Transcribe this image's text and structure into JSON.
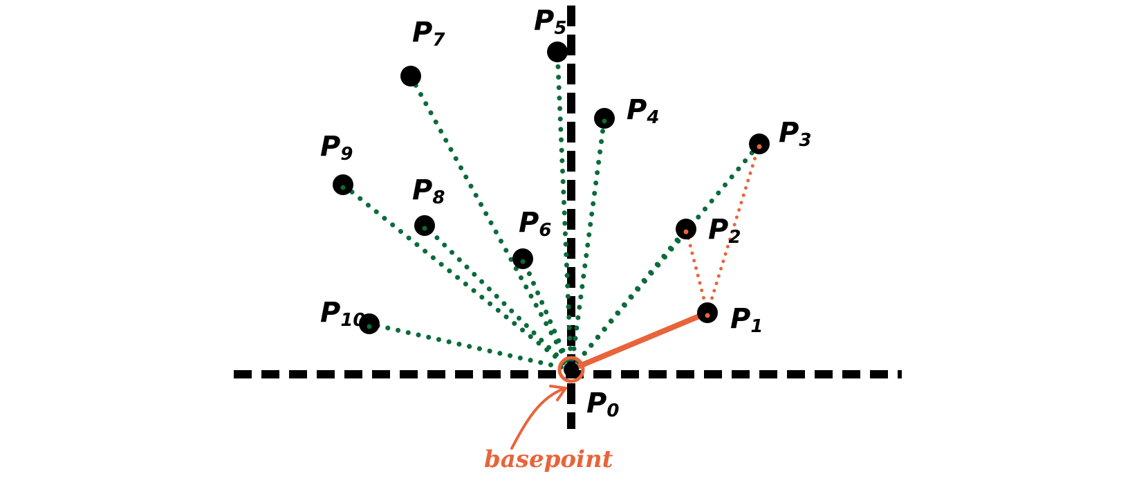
{
  "colors": {
    "background": "#ffffff",
    "axis": "#000000",
    "point": "#000000",
    "scan_line": "#0b6b3a",
    "hull_line": "#e8643a",
    "highlight": "#e8643a"
  },
  "points": [
    {
      "id": "p0",
      "label": "P",
      "sub": "0"
    },
    {
      "id": "p1",
      "label": "P",
      "sub": "1"
    },
    {
      "id": "p2",
      "label": "P",
      "sub": "2"
    },
    {
      "id": "p3",
      "label": "P",
      "sub": "3"
    },
    {
      "id": "p4",
      "label": "P",
      "sub": "4"
    },
    {
      "id": "p5",
      "label": "P",
      "sub": "5"
    },
    {
      "id": "p6",
      "label": "P",
      "sub": "6"
    },
    {
      "id": "p7",
      "label": "P",
      "sub": "7"
    },
    {
      "id": "p8",
      "label": "P",
      "sub": "8"
    },
    {
      "id": "p9",
      "label": "P",
      "sub": "9"
    },
    {
      "id": "p10",
      "label": "P",
      "sub": "10"
    }
  ],
  "annotation": {
    "basepoint_label": "basepoint"
  }
}
